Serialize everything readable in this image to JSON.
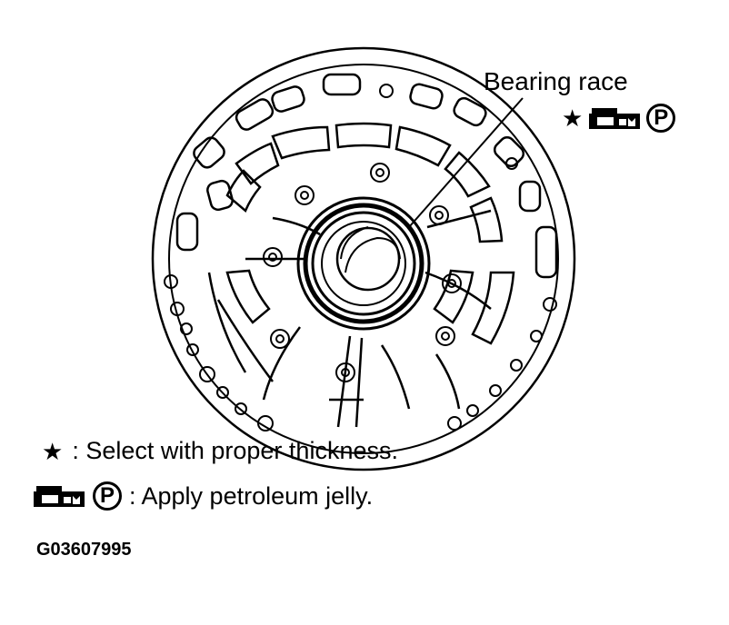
{
  "callout": {
    "label": "Bearing race"
  },
  "legend": [
    {
      "icon": "star-icon",
      "symbol": "★",
      "text": ": Select with proper thickness."
    },
    {
      "icon": "petroleum-jelly-icon",
      "symbol": "P",
      "text": ": Apply petroleum jelly."
    }
  ],
  "figure_code": "G03607995",
  "colors": {
    "line": "#000000",
    "background": "#ffffff"
  }
}
